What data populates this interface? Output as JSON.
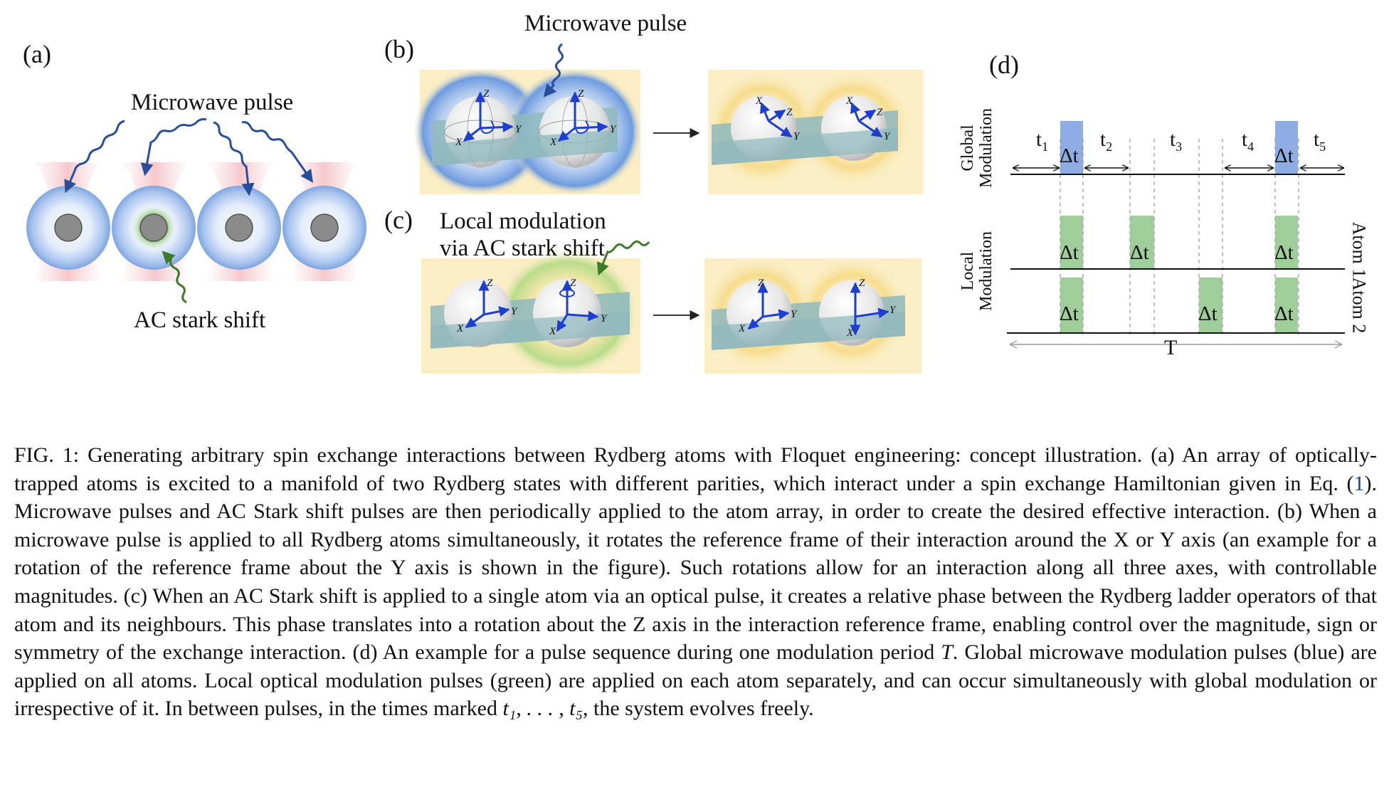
{
  "panels": {
    "a": {
      "letter": "(a)",
      "microwave_label": "Microwave pulse",
      "stark_label": "AC stark shift"
    },
    "b": {
      "letter": "(b)",
      "microwave_label": "Microwave pulse"
    },
    "c": {
      "letter": "(c)",
      "label_line1": "Local modulation",
      "label_line2": "via AC stark shift"
    },
    "d": {
      "letter": "(d)",
      "global_line1": "Global",
      "global_line2": "Modulation",
      "local_line1": "Local",
      "local_line2": "Modulation",
      "atom1": "Atom 1",
      "atom2": "Atom 2",
      "pulse_label": "Δt",
      "t1": "t",
      "t1_sub": "1",
      "t2": "t",
      "t2_sub": "2",
      "t3": "t",
      "t3_sub": "3",
      "t4": "t",
      "t4_sub": "4",
      "t5": "t",
      "t5_sub": "5",
      "period": "T"
    }
  },
  "axes": {
    "x": "X",
    "y": "Y",
    "z": "Z"
  },
  "colors": {
    "global_pulse": "#7a9fe0",
    "local_pulse": "#8fc58a",
    "atom_blue": "#8fb3e6",
    "plane": "#8fb8be",
    "background_yellow": "#fbeec4",
    "wave_blue": "#2a4f9a",
    "wave_green": "#3f7a2a"
  },
  "caption": {
    "s1": "FIG. 1: Generating arbitrary spin exchange interactions between Rydberg atoms with Floquet engineering: concept illustration. (a) An array of optically-trapped atoms is excited to a manifold of two Rydberg states with different parities, which interact under a spin exchange Hamiltonian given in Eq. (",
    "ref": "1",
    "s2": "). Microwave pulses and AC Stark shift pulses are then periodically applied to the atom array, in order to create the desired effective interaction. (b) When a microwave pulse is applied to all Rydberg atoms simultaneously, it rotates the reference frame of their interaction around the X or Y axis (an example for a rotation of the reference frame about the Y axis is shown in the figure). Such rotations allow for an interaction along all three axes, with controllable magnitudes. (c) When an AC Stark shift is applied to a single atom via an optical pulse, it creates a relative phase between the Rydberg ladder operators of that atom and its neighbours. This phase translates into a rotation about the Z axis in the interaction reference frame, enabling control over the magnitude, sign or symmetry of the exchange interaction. (d) An example for a pulse sequence during one modulation period ",
    "period": "T",
    "s3": ". Global microwave modulation pulses (blue) are applied on all atoms. Local optical modulation pulses (green) are applied on each atom separately, and can occur simultaneously with global modulation or irrespective of it. In between pulses, in the times marked ",
    "times": "t₁, . . . , t₅",
    "s4": ", the system evolves freely."
  }
}
